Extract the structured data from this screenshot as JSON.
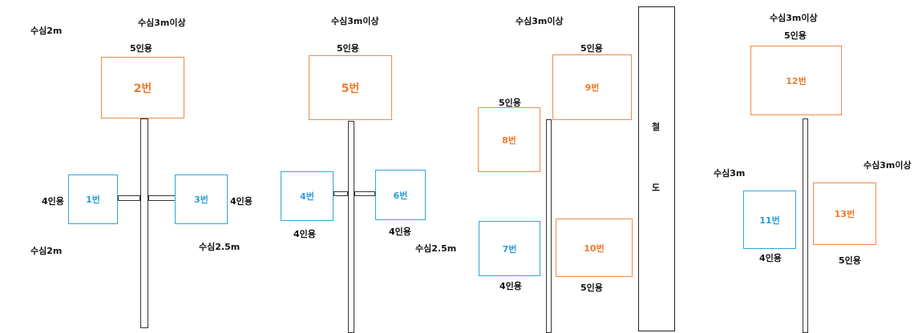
{
  "depth": {
    "d2m_a": "수심2m",
    "d3m_a": "수심3m이상",
    "d2m_b": "수심2m",
    "d25_a": "수심2.5m",
    "d3m_b": "수심3m이상",
    "d25_b": "수심2.5m",
    "d3m_c": "수심3m이상",
    "d3m_d": "수심3m이상",
    "d3m_e": "수심3m",
    "d3m_f": "수심3m이상"
  },
  "capacity": {
    "c2": "5인용",
    "c1": "4인용",
    "c3": "4인용",
    "c5": "5인용",
    "c4": "4인용",
    "c6": "4인용",
    "c9": "5인용",
    "c8": "5인용",
    "c7": "4인용",
    "c10": "5인용",
    "c12": "5인용",
    "c11": "4인용",
    "c13": "5인용"
  },
  "units": {
    "u1": "1번",
    "u2": "2번",
    "u3": "3번",
    "u4": "4번",
    "u5": "5번",
    "u6": "6번",
    "u7": "7번",
    "u8": "8번",
    "u9": "9번",
    "u10": "10번",
    "u11": "11번",
    "u12": "12번",
    "u13": "13번"
  },
  "rail": {
    "char1": "철",
    "char2": "도"
  }
}
